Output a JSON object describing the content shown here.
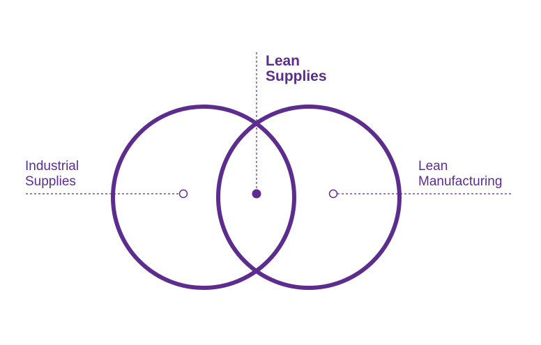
{
  "colors": {
    "accent": "#5c2d8e",
    "background": "#ffffff"
  },
  "labels": {
    "left_line1": "Industrial",
    "left_line2": "Supplies",
    "center_line1": "Lean",
    "center_line2": "Supplies",
    "right_line1": "Lean",
    "right_line2": "Manufacturing"
  }
}
